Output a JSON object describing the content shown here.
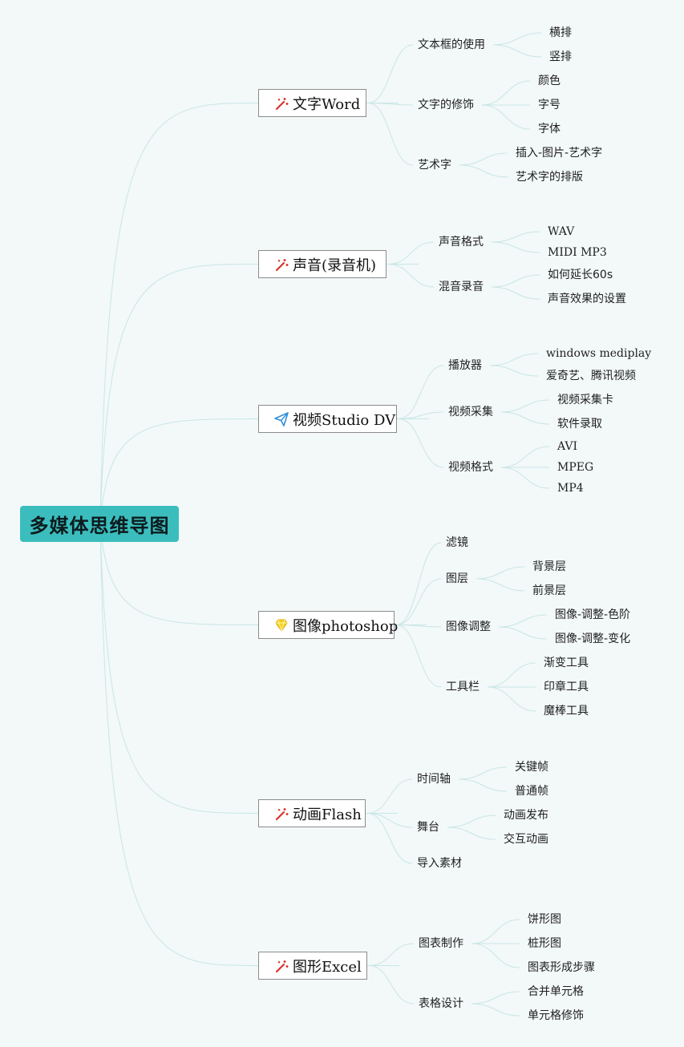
{
  "root": {
    "label": "多媒体思维导图"
  },
  "branches": [
    {
      "label": "文字Word",
      "icon": "magic-wand-icon",
      "children": [
        {
          "label": "文本框的使用",
          "children": [
            "横排",
            "竖排"
          ]
        },
        {
          "label": "文字的修饰",
          "children": [
            "颜色",
            "字号",
            "字体"
          ]
        },
        {
          "label": "艺术字",
          "children": [
            "插入-图片-艺术字",
            "艺术字的排版"
          ]
        }
      ]
    },
    {
      "label": "声音(录音机)",
      "icon": "magic-wand-icon",
      "children": [
        {
          "label": "声音格式",
          "children": [
            "WAV",
            "MIDI MP3"
          ]
        },
        {
          "label": "混音录音",
          "children": [
            "如何延长60s",
            "声音效果的设置"
          ]
        }
      ]
    },
    {
      "label": "视频Studio DV",
      "icon": "paper-plane-icon",
      "children": [
        {
          "label": "播放器",
          "children": [
            "windows mediplay",
            "爱奇艺、腾讯视频"
          ]
        },
        {
          "label": "视频采集",
          "children": [
            "视频采集卡",
            "软件录取"
          ]
        },
        {
          "label": "视频格式",
          "children": [
            "AVI",
            "MPEG",
            "MP4"
          ]
        }
      ]
    },
    {
      "label": "图像photoshop",
      "icon": "diamond-icon",
      "children": [
        {
          "label": "滤镜",
          "children": []
        },
        {
          "label": "图层",
          "children": [
            "背景层",
            "前景层"
          ]
        },
        {
          "label": "图像调整",
          "children": [
            "图像-调整-色阶",
            "图像-调整-变化"
          ]
        },
        {
          "label": "工具栏",
          "children": [
            "渐变工具",
            "印章工具",
            "魔棒工具"
          ]
        }
      ]
    },
    {
      "label": "动画Flash",
      "icon": "magic-wand-icon",
      "children": [
        {
          "label": "时间轴",
          "children": [
            "关键帧",
            "普通帧"
          ]
        },
        {
          "label": "舞台",
          "children": [
            "动画发布",
            "交互动画"
          ]
        },
        {
          "label": "导入素材",
          "children": []
        }
      ]
    },
    {
      "label": "图形Excel",
      "icon": "magic-wand-icon",
      "children": [
        {
          "label": "图表制作",
          "children": [
            "饼形图",
            "桩形图",
            "图表形成步骤"
          ]
        },
        {
          "label": "表格设计",
          "children": [
            "合并单元格",
            "单元格修饰"
          ]
        }
      ]
    }
  ],
  "colors": {
    "root_fill": "#3bbdbd",
    "line": "#c9e6e6",
    "branch_border": "#8c8c8c",
    "wand_red": "#d9332a",
    "plane_blue": "#2f8fd6",
    "diamond_yellow": "#f3d21b"
  }
}
